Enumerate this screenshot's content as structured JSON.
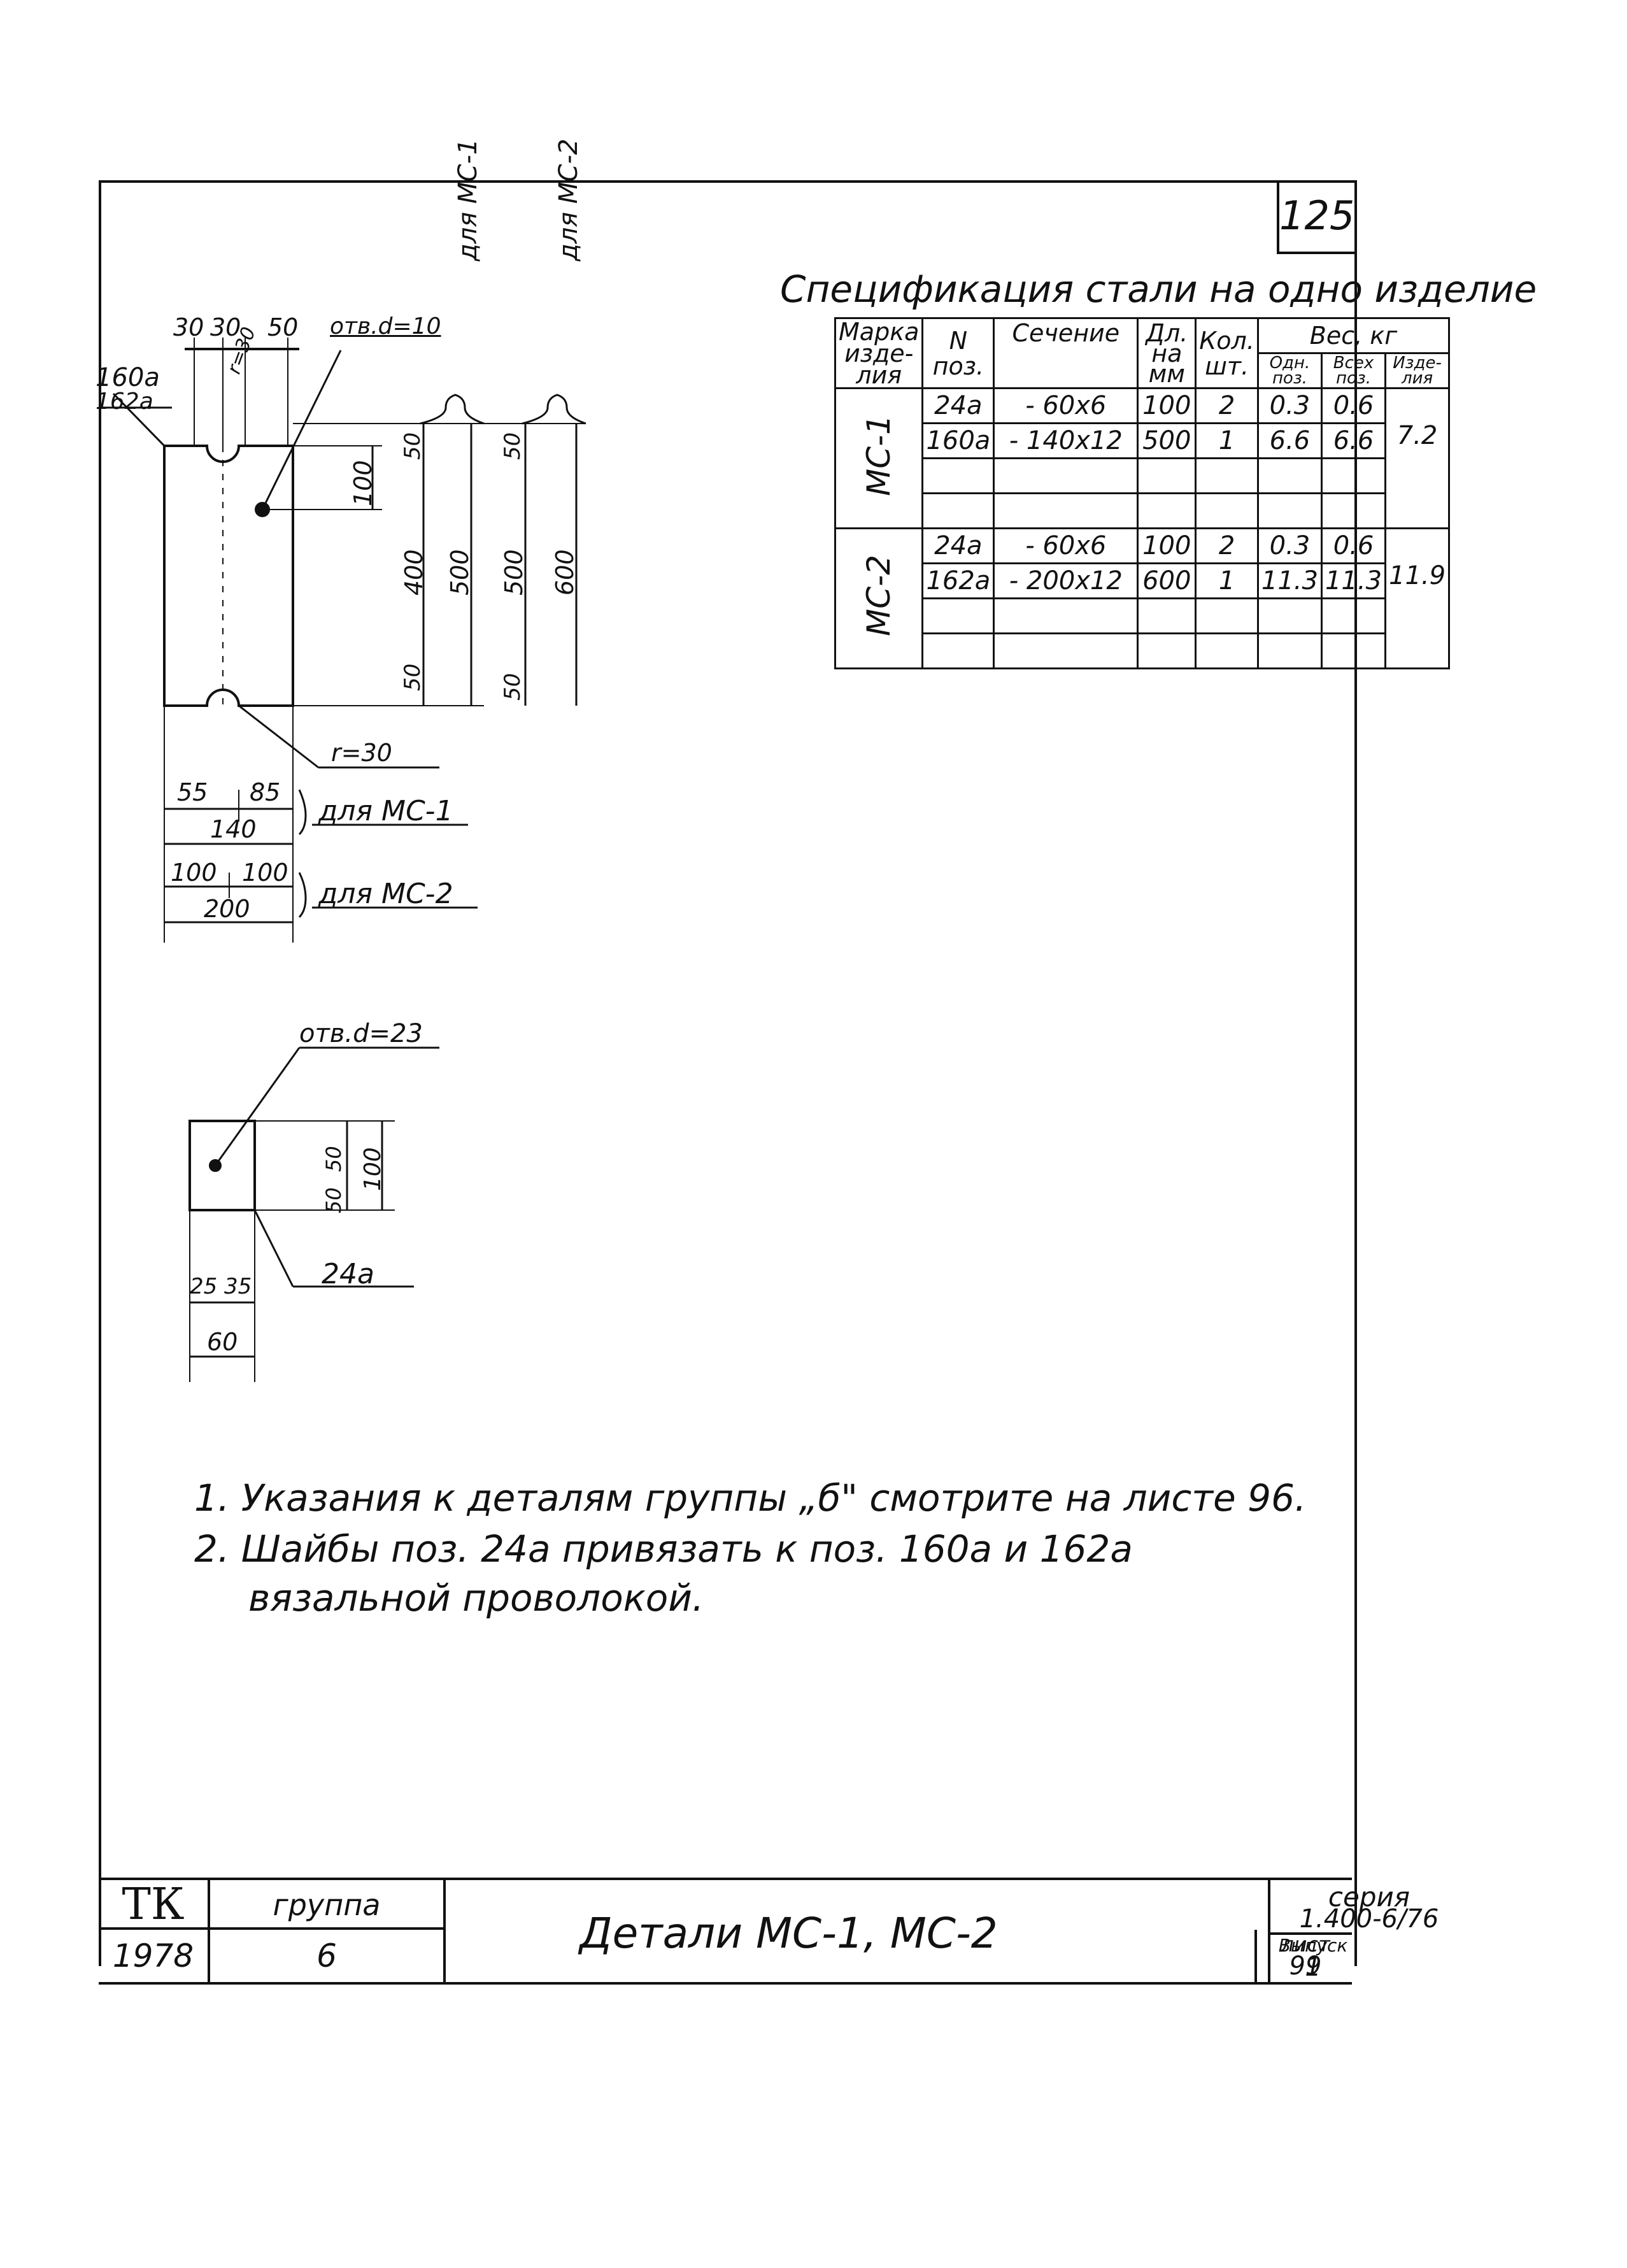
{
  "sheet_number_top": "125",
  "spec": {
    "title": "Спецификация стали на одно изделие",
    "headers": {
      "mark": "Марка изде- лия",
      "pos": "N поз.",
      "section": "Сечение",
      "length": "Дл. на мм",
      "qty": "Кол. шт.",
      "weight": "Вес, кг",
      "w_one": "Одн. поз.",
      "w_all": "Всех поз.",
      "w_item": "Изде- лия"
    },
    "groups": [
      {
        "mark": "МС-1",
        "item_weight": "7.2",
        "rows": [
          {
            "pos": "24а",
            "section": "- 60х6",
            "length": "100",
            "qty": "2",
            "w_one": "0.3",
            "w_all": "0.6"
          },
          {
            "pos": "160а",
            "section": "- 140х12",
            "length": "500",
            "qty": "1",
            "w_one": "6.6",
            "w_all": "6.6"
          },
          {
            "pos": "",
            "section": "",
            "length": "",
            "qty": "",
            "w_one": "",
            "w_all": ""
          },
          {
            "pos": "",
            "section": "",
            "length": "",
            "qty": "",
            "w_one": "",
            "w_all": ""
          }
        ]
      },
      {
        "mark": "МС-2",
        "item_weight": "11.9",
        "rows": [
          {
            "pos": "24а",
            "section": "- 60х6",
            "length": "100",
            "qty": "2",
            "w_one": "0.3",
            "w_all": "0.6"
          },
          {
            "pos": "162а",
            "section": "- 200х12",
            "length": "600",
            "qty": "1",
            "w_one": "11.3",
            "w_all": "11.3"
          },
          {
            "pos": "",
            "section": "",
            "length": "",
            "qty": "",
            "w_one": "",
            "w_all": ""
          },
          {
            "pos": "",
            "section": "",
            "length": "",
            "qty": "",
            "w_one": "",
            "w_all": ""
          }
        ]
      }
    ]
  },
  "drawing1": {
    "label_160": "160а",
    "label_162": "162а",
    "hole_label": "отв.d=10",
    "r_top": "r=30",
    "r_bottom": "r=30",
    "top_dims": [
      "30",
      "30",
      "50"
    ],
    "for_mc1": "для МС-1",
    "for_mc2": "для МС-2",
    "v_100": "100",
    "v_400": "400",
    "v_50a": "50",
    "v_50b": "50",
    "v_500a": "500",
    "v_50c": "50",
    "v_50d": "50",
    "v_500b": "500",
    "v_600": "600",
    "b_55": "55",
    "b_85": "85",
    "b_140": "140",
    "b_100a": "100",
    "b_100b": "100",
    "b_200": "200",
    "for_mc1_b": "для МС-1",
    "for_mc2_b": "для МС-2"
  },
  "drawing2": {
    "hole_label": "отв.d=23",
    "v_50a": "50",
    "v_50b": "50",
    "v_100": "100",
    "b_25": "25",
    "b_35": "35",
    "b_60": "60",
    "pos": "24а"
  },
  "notes": [
    "1. Указания к деталям группы „б\" смотрите на листе 96.",
    "2. Шайбы поз. 24а привязать к поз. 160а и 162а",
    "вязальной проволокой."
  ],
  "title_block": {
    "tk": "ТК",
    "group_label": "группа",
    "year": "1978",
    "group": "6",
    "title": "Детали МС-1, МС-2",
    "series_label": "серия",
    "series": "1.400-6/76",
    "issue_label": "Выпуск",
    "issue": "1",
    "sheet_label": "лист",
    "sheet": "99"
  }
}
